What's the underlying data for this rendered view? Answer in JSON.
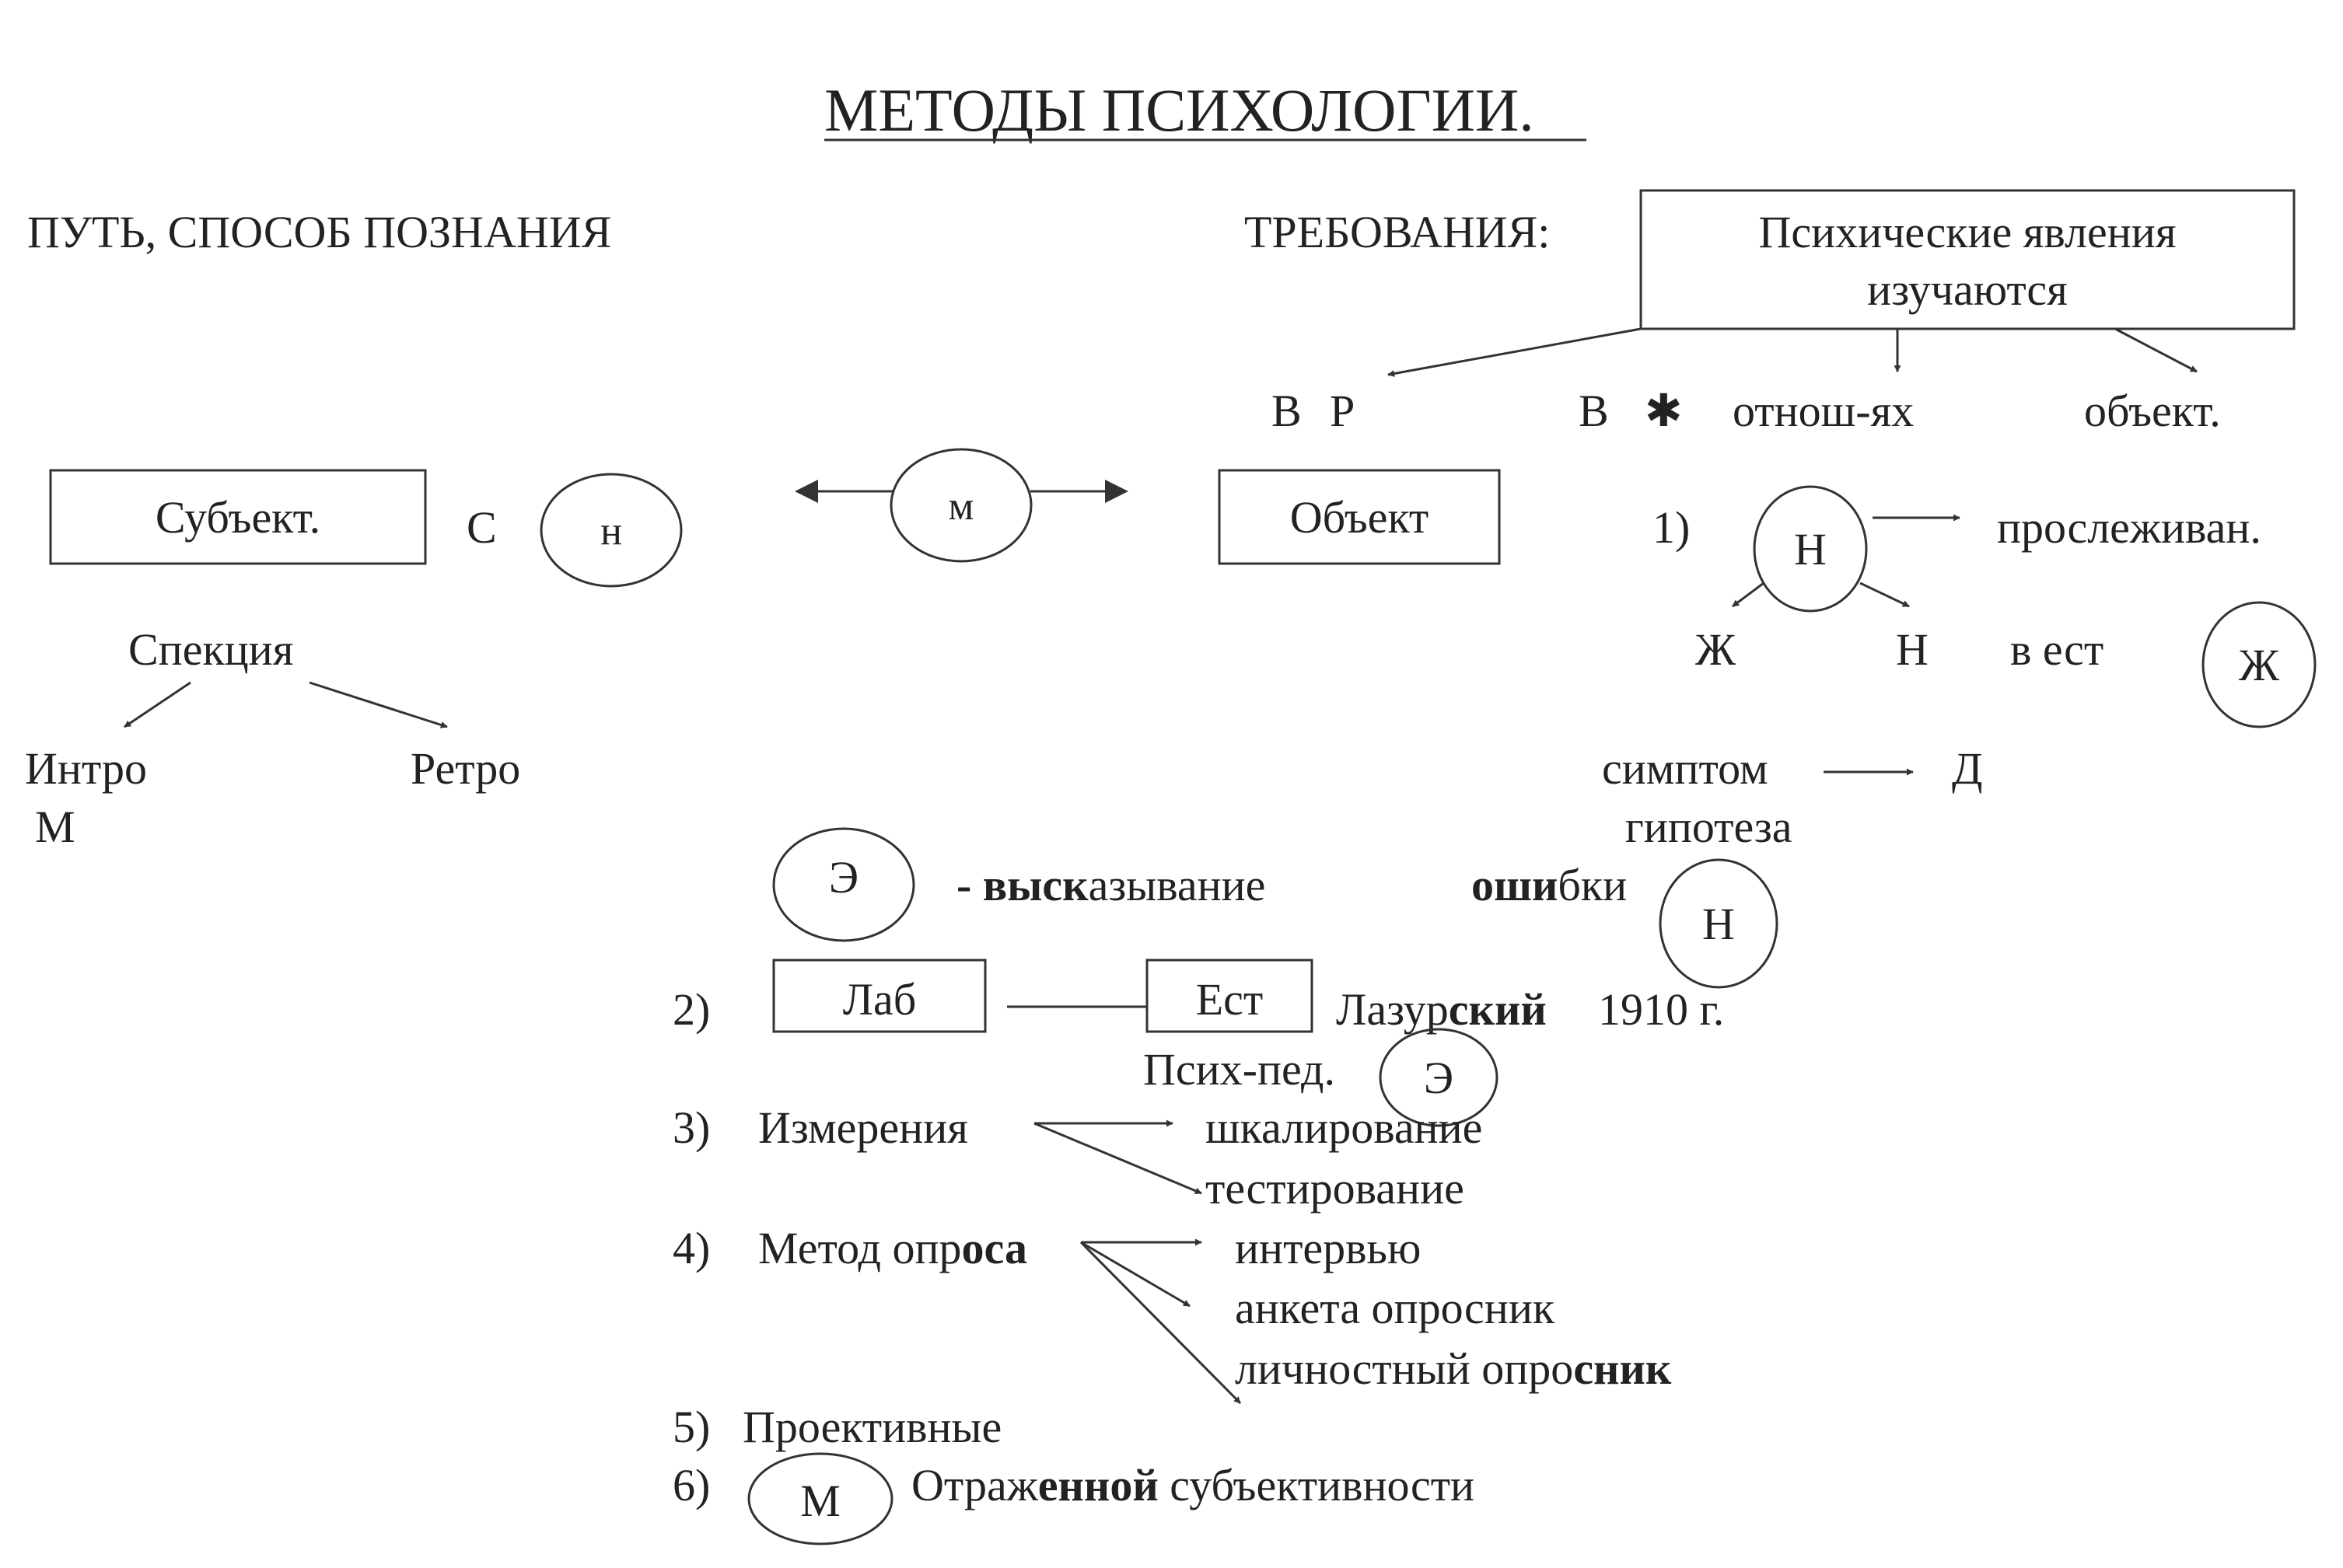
{
  "title": "МЕТОДЫ ПСИХОЛОГИИ.",
  "path_label": "ПУТЬ, СПОСОБ ПОЗНАНИЯ",
  "requirements_label": "ТРЕБОВАНИЯ:",
  "requirement_box": {
    "line1": "Психические явления",
    "line2": "изучаются"
  },
  "requirement_items": {
    "vr_a": "В",
    "vr_b": "Р",
    "v": "В",
    "asterisk": "✱",
    "relations": "отнош-ях",
    "objective": "объект."
  },
  "subject_box": "Субъект.",
  "s_letter": "С",
  "n_circle_small": "н",
  "m_circle": "м",
  "object_box": "Объект",
  "spection": "Спекция",
  "intro": "Интро",
  "intro_m": "М",
  "retro": "Ретро",
  "item1": {
    "number": "1)",
    "n_circle": "Н",
    "tracked": "прослеживан.",
    "zh": "Ж",
    "n": "Н",
    "v_est": "в ест",
    "zh_circle": "Ж",
    "symptom": "симптом",
    "d": "Д",
    "hypothesis": "гипотеза"
  },
  "e_circle": "Э",
  "statement_bold": "- выск",
  "statement_rest": "азывание",
  "errors_bold": "оши",
  "errors_rest": "бки",
  "errors_circle": "Н",
  "item2": {
    "number": "2)",
    "lab": "Лаб",
    "est": "Ест",
    "lazur_a": "Лазур",
    "lazur_b": "ский",
    "year": "1910 г.",
    "psych_ped": "Псих-пед.",
    "e_circle": "Э"
  },
  "item3": {
    "number": "3)",
    "label": "Измерения",
    "scaling": "шкалирование",
    "testing": "тестирование"
  },
  "item4": {
    "number": "4)",
    "label_a": "Метод опр",
    "label_b": "оса",
    "interview": "интервью",
    "questionnaire": "анкета опросник",
    "personal_a": "личностный опро",
    "personal_b": "сник"
  },
  "item5": {
    "number": "5)",
    "label": "Проективные"
  },
  "item6": {
    "number": "6)",
    "circle": "М",
    "label_a": "Отраж",
    "label_b": "енной",
    "label_c": " субъективности"
  }
}
